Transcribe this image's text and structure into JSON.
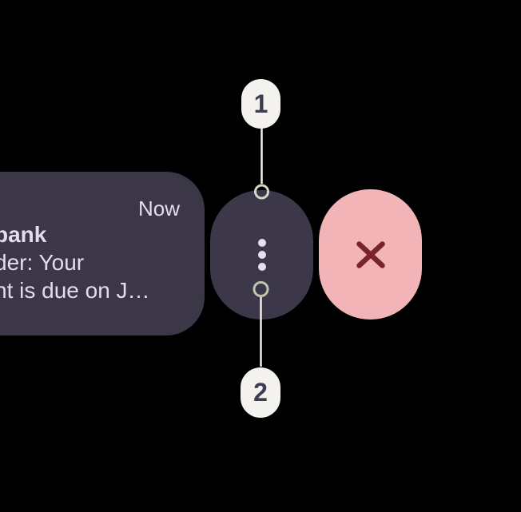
{
  "screen": {
    "background": "#000000"
  },
  "notification": {
    "timestamp": "Now",
    "title_fragment": "bank",
    "body_fragments": [
      "der: Your",
      "nt is due on J…"
    ],
    "card_bg": "#3B3747",
    "text_color": "#E4DBEE"
  },
  "swipe_actions": {
    "more_button": {
      "icon": "more-vert-dots",
      "bg": "#3C3849",
      "dots_color": "#EADCF4"
    },
    "dismiss_button": {
      "icon": "close-x",
      "bg": "#F2B4B7",
      "icon_color": "#7A2429"
    }
  },
  "annotations": {
    "badges": [
      {
        "label": "1"
      },
      {
        "label": "2"
      }
    ],
    "badge_bg": "#F4F2EF",
    "badge_text_color": "#413D51",
    "connector_line_color": "#F0EFE7",
    "marker_ring_top_color": "#D5D5CA",
    "marker_ring_bottom_color": "#C2C5AA"
  }
}
